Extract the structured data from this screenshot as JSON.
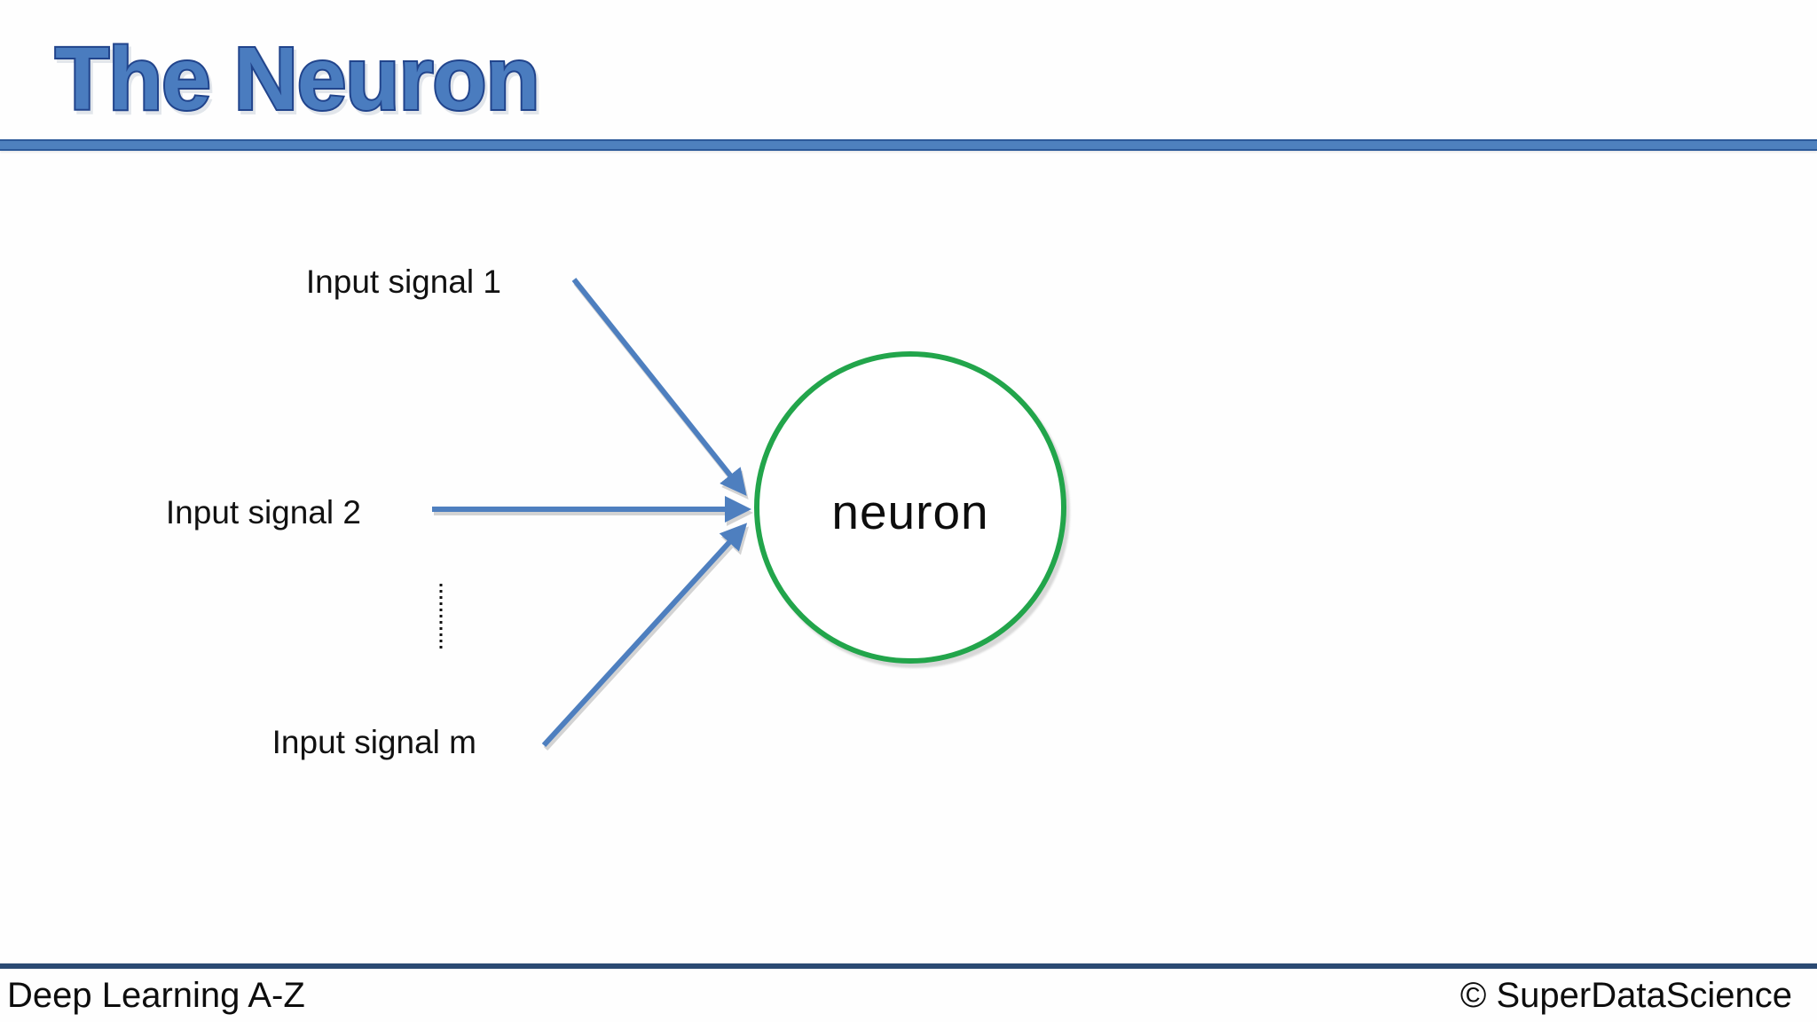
{
  "slide": {
    "title": "The Neuron",
    "footer": {
      "left": "Deep Learning A-Z",
      "right": "© SuperDataScience"
    }
  },
  "diagram": {
    "node": {
      "label": "neuron",
      "shape": "circle"
    },
    "inputs": [
      {
        "label": "Input signal 1"
      },
      {
        "label": "Input signal 2"
      },
      {
        "label": "Input signal m"
      }
    ],
    "connections": [
      {
        "from": "Input signal 1",
        "to": "neuron"
      },
      {
        "from": "Input signal 2",
        "to": "neuron"
      },
      {
        "from": "Input signal m",
        "to": "neuron"
      }
    ],
    "ellipsis_icon": "vertical-dotted-ellipsis"
  },
  "colors": {
    "title_fill": "#4A7CBF",
    "title_outline": "#21448C",
    "header_rule_fill": "#4E81BE",
    "header_rule_edge": "#2C5A9A",
    "arrow_blue": "#4E7FBF",
    "node_green": "#22A54B",
    "footer_rule": "#2B4A73",
    "label_text": "#111111"
  }
}
